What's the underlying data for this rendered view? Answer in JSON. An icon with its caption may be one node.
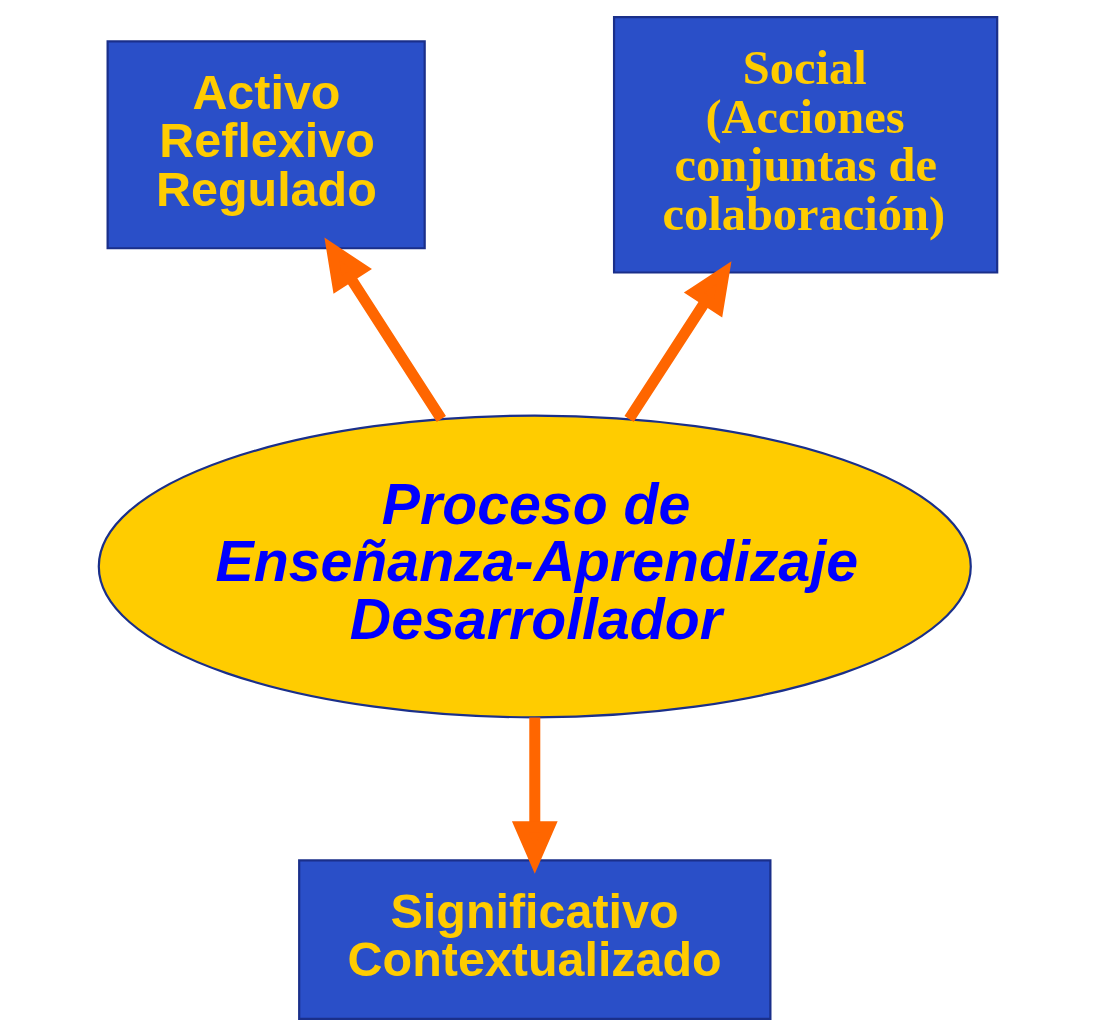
{
  "diagram": {
    "nodes": [
      {
        "text": [
          "Proceso de Enseñanza-Aprendizaje Desarrollador"
        ]
      },
      {
        "text": [
          "Activo",
          "Reflexivo",
          "Regulado"
        ]
      },
      {
        "text": [
          "Social (Acciones conjuntas de colaboración)"
        ]
      },
      {
        "text": [
          "Significativo",
          "Contextualizado"
        ]
      }
    ],
    "edges": [
      {
        "from": 0,
        "to": 1,
        "arrow": "to"
      },
      {
        "from": 0,
        "to": 2,
        "arrow": "to"
      },
      {
        "from": 0,
        "to": 3,
        "arrow": "to"
      }
    ]
  }
}
